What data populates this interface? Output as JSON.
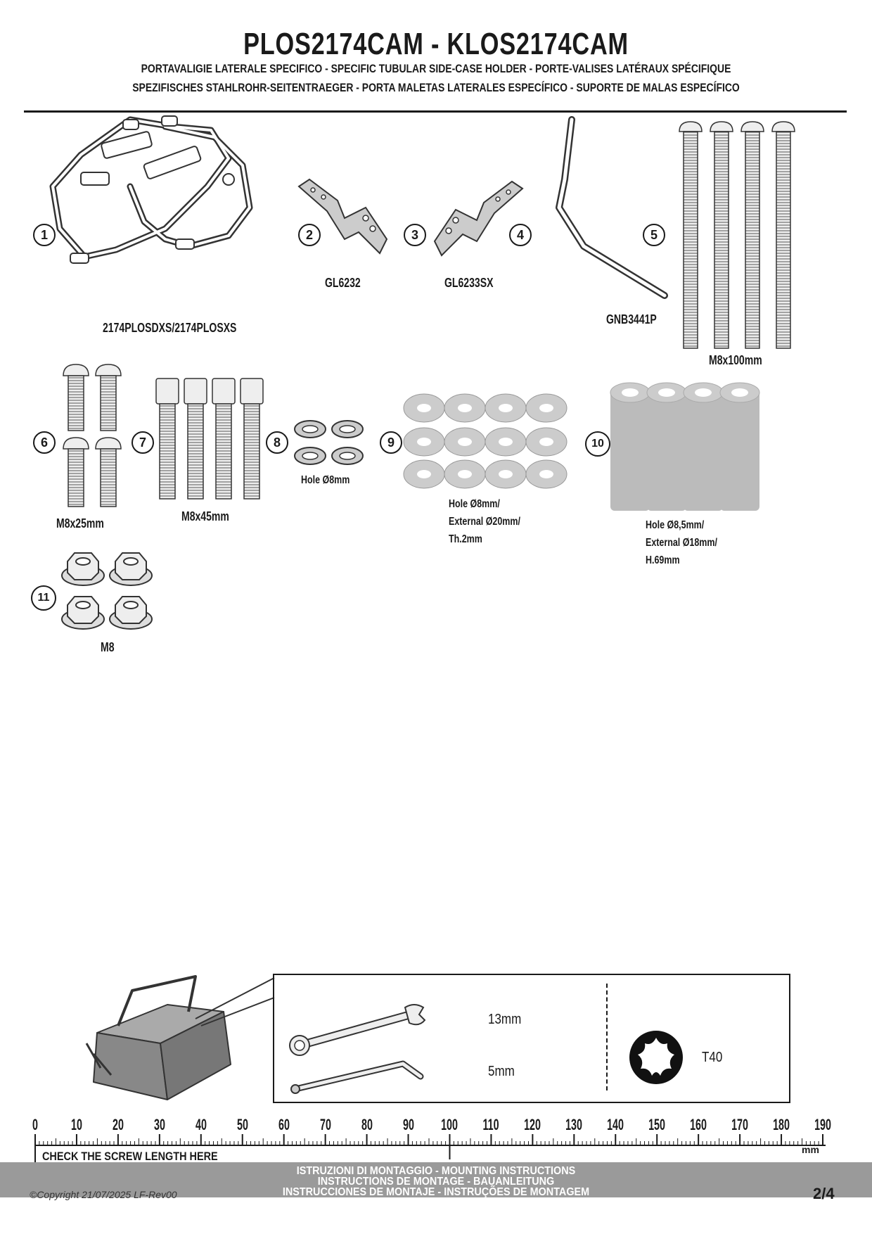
{
  "header": {
    "title": "PLOS2174CAM - KLOS2174CAM",
    "subtitle_line1": "PORTAVALIGIE LATERALE SPECIFICO  -  SPECIFIC TUBULAR SIDE-CASE HOLDER  - PORTE-VALISES LATÉRAUX SPÉCIFIQUE",
    "subtitle_line2": "SPEZIFISCHES STAHLROHR-SEITENTRAEGER - PORTA MALETAS LATERALES ESPECÍFICO - SUPORTE DE MALAS ESPECÍFICO"
  },
  "parts": [
    {
      "number": "1",
      "code": "2174PLOSDXS/2174PLOSXS"
    },
    {
      "number": "2",
      "code": "GL6232"
    },
    {
      "number": "3",
      "code": ""
    },
    {
      "number": "4",
      "code": "GL6233SX"
    },
    {
      "number": "5",
      "code": "GNB3441P"
    },
    {
      "number": "",
      "code": "M8x100mm"
    },
    {
      "number": "6",
      "code": "M8x25mm"
    },
    {
      "number": "7",
      "code": "M8x45mm"
    },
    {
      "number": "8",
      "spec": [
        "Hole Ø8mm"
      ]
    },
    {
      "number": "9",
      "spec": [
        "Hole Ø8mm/",
        "External Ø20mm/",
        "Th.2mm"
      ]
    },
    {
      "number": "10",
      "spec": [
        "Hole Ø8,5mm/",
        "External Ø18mm/",
        "H.69mm"
      ]
    },
    {
      "number": "11",
      "code": "M8"
    }
  ],
  "tools": {
    "wrench_size": "13mm",
    "allen_size": "5mm",
    "torx_size": "T40"
  },
  "ruler": {
    "labels": [
      "0",
      "10",
      "20",
      "30",
      "40",
      "50",
      "60",
      "70",
      "80",
      "90",
      "100",
      "110",
      "120",
      "130",
      "140",
      "150",
      "160",
      "170",
      "180",
      "190"
    ],
    "unit": "mm",
    "instruction": "CHECK THE SCREW LENGTH HERE"
  },
  "footer": {
    "line1": "ISTRUZIONI DI MONTAGGIO  -  MOUNTING INSTRUCTIONS",
    "line2": "INSTRUCTIONS DE MONTAGE - BAUANLEITUNG",
    "line3": "INSTRUCCIONES DE MONTAJE - INSTRUÇÕES DE MONTAGEM",
    "copyright": "©Copyright 21/07/2025 LF-Rev00",
    "page": "2/4"
  }
}
